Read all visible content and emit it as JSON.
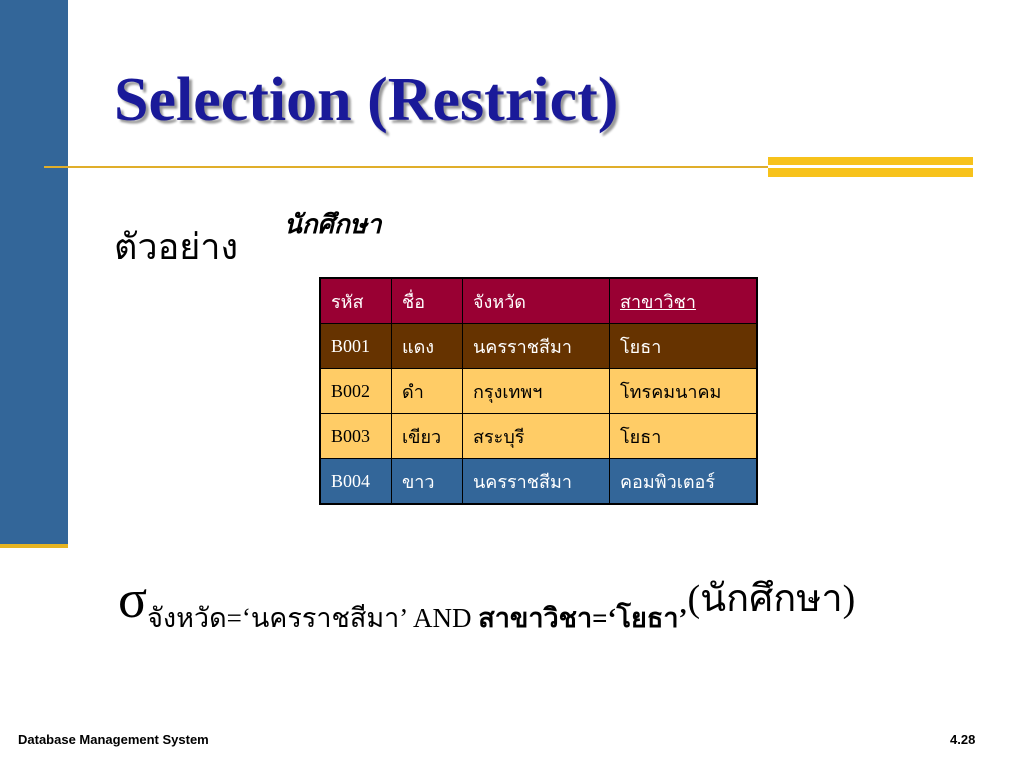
{
  "slide": {
    "title": "Selection (Restrict)",
    "example_label": "ตัวอย่าง",
    "table_caption": "นักศึกษา"
  },
  "table": {
    "headers": [
      "รหัส",
      "ชื่อ",
      "จังหวัด",
      "สาขาวิชา"
    ],
    "rows": [
      [
        "B001",
        "แดง",
        "นครราชสีมา",
        "โยธา"
      ],
      [
        "B002",
        "ดำ",
        "กรุงเทพฯ",
        "โทรคมนาคม"
      ],
      [
        "B003",
        "เขียว",
        "สระบุรี",
        "โยธา"
      ],
      [
        "B004",
        "ขาว",
        "นครราชสีมา",
        "คอมพิวเตอร์"
      ]
    ]
  },
  "formula": {
    "sigma": "σ",
    "condition_part1": "จังหวัด=‘นครราชสีมา’ AND ",
    "condition_part2": "สาขาวิชา=‘โยธา’",
    "operand": "(นักศึกษา)"
  },
  "footer": {
    "left": "Database Management System",
    "right": "4.28"
  },
  "colors": {
    "side_bar": "#336699",
    "title": "#1a1a99",
    "accent_gold": "#f7c21b",
    "header_row": "#990033",
    "row_brown": "#663300",
    "row_yellow": "#ffcc66",
    "row_blue": "#336699"
  }
}
